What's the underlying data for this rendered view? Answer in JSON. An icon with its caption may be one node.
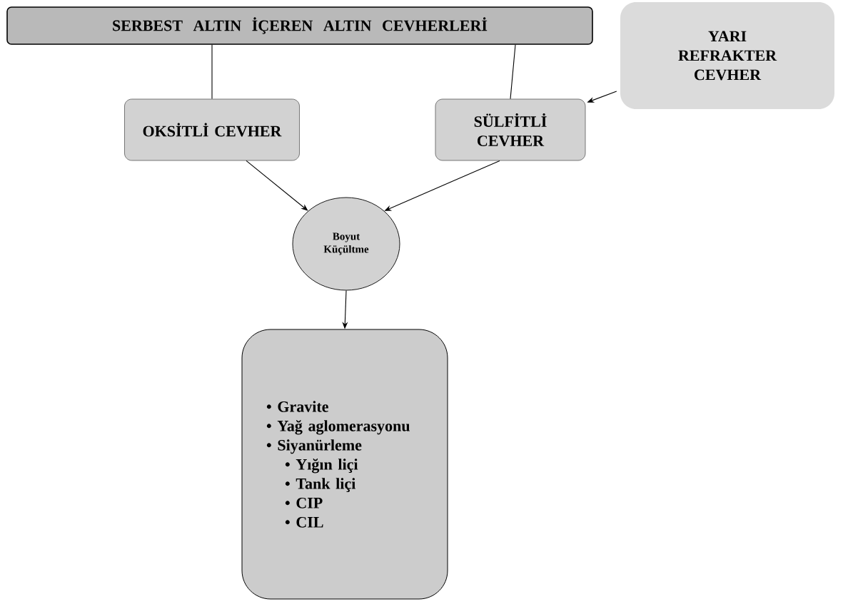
{
  "diagram": {
    "nodes": [
      {
        "text": [
          "SERBEST ALTIN İÇEREN ALTIN CEVHERLERİ"
        ]
      },
      {
        "text": [
          "OKSİTLİ CEVHER"
        ]
      },
      {
        "text": [
          "SÜLFİTLİ CEVHER"
        ]
      },
      {
        "text": [
          "YARI REFRAKTER CEVHER"
        ]
      },
      {
        "text": [
          "Boyut Küçültme"
        ]
      },
      {
        "text": [
          "• Gravite",
          "• Yağ aglomerasyonu",
          "• Siyanürleme",
          "•    Yığın liçi",
          "•    Tank liçi",
          "•    CIP",
          "•    CIL"
        ]
      }
    ],
    "edges": [
      {
        "from": 0,
        "to": 1,
        "arrow": "none"
      },
      {
        "from": 0,
        "to": 2,
        "arrow": "none"
      },
      {
        "from": 3,
        "to": 2,
        "arrow": "to"
      },
      {
        "from": 1,
        "to": 4,
        "arrow": "to"
      },
      {
        "from": 2,
        "to": 4,
        "arrow": "to"
      },
      {
        "from": 4,
        "to": 5,
        "arrow": "to"
      }
    ]
  }
}
